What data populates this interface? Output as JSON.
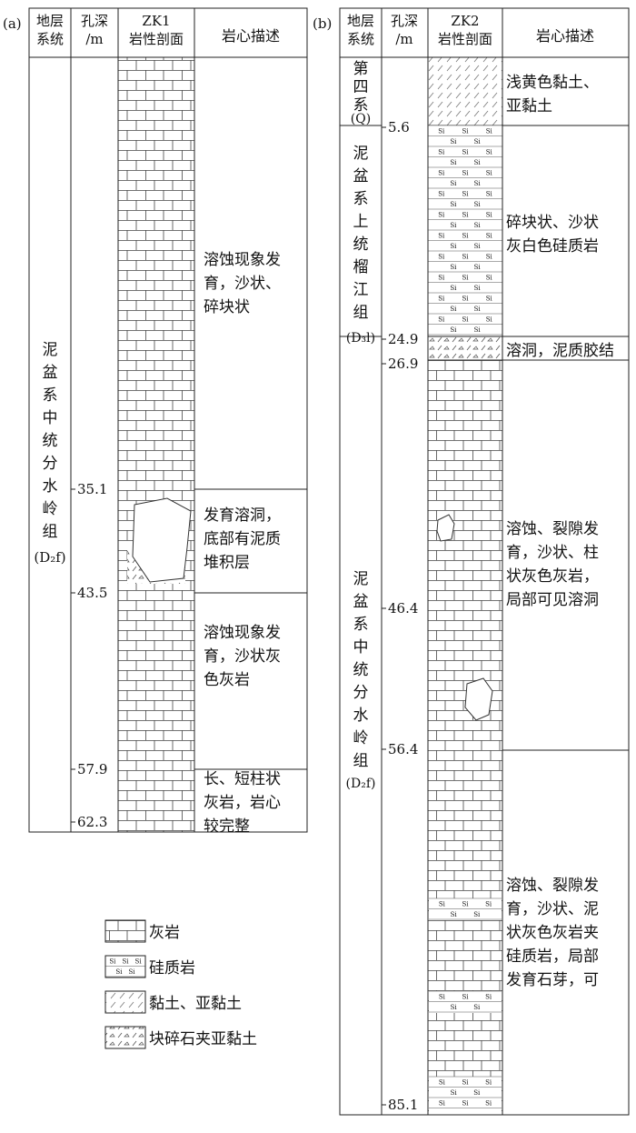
{
  "panel_a": {
    "label": "(a)",
    "headers": {
      "strata": [
        "地层",
        "系统"
      ],
      "depth": [
        "孔深",
        "/m"
      ],
      "profile": [
        "ZK1",
        "岩性剖面"
      ],
      "desc": "岩心描述"
    },
    "formation": {
      "chars": [
        "泥",
        "盆",
        "系",
        "中",
        "统",
        "分",
        "水",
        "岭",
        "组"
      ],
      "code": "(D₂f)"
    },
    "depth_ticks": [
      "35.1",
      "43.5",
      "57.9",
      "62.3"
    ],
    "descriptions": [
      [
        "溶蚀现象发",
        "育，沙状、",
        "碎块状"
      ],
      [
        "发育溶洞，",
        "底部有泥质",
        "堆积层"
      ],
      [
        "溶蚀现象发",
        "育，沙状灰",
        "色灰岩"
      ],
      [
        "长、短柱状",
        "灰岩，岩心",
        "较完整"
      ]
    ]
  },
  "panel_b": {
    "label": "(b)",
    "headers": {
      "strata": [
        "地层",
        "系统"
      ],
      "depth": [
        "孔深",
        "/m"
      ],
      "profile": [
        "ZK2",
        "岩性剖面"
      ],
      "desc": "岩心描述"
    },
    "formations": [
      {
        "chars": [
          "第",
          "四",
          "系"
        ],
        "code": "(Q)"
      },
      {
        "chars": [
          "泥",
          "盆",
          "系",
          "上",
          "统",
          "榴",
          "江",
          "组"
        ],
        "code": "(D₃l)"
      },
      {
        "chars": [
          "泥",
          "盆",
          "系",
          "中",
          "统",
          "分",
          "水",
          "岭",
          "组"
        ],
        "code": "(D₂f)"
      }
    ],
    "depth_ticks": [
      "5.6",
      "24.9",
      "26.9",
      "46.4",
      "56.4",
      "85.1"
    ],
    "descriptions": [
      [
        "浅黄色黏土、",
        "亚黏土"
      ],
      [
        "碎块状、沙状",
        "灰白色硅质岩"
      ],
      [
        "溶洞，泥质胶结"
      ],
      [
        "溶蚀、裂隙发",
        "育，沙状、柱",
        "状灰色灰岩，",
        "局部可见溶洞"
      ],
      [
        "溶蚀、裂隙发",
        "育，沙状、泥",
        "状灰色灰岩夹",
        "硅质岩，局部",
        "发育石芽，可"
      ]
    ]
  },
  "legend": [
    {
      "label": "灰岩",
      "pattern": "limestone"
    },
    {
      "label": "硅质岩",
      "pattern": "siliceous"
    },
    {
      "label": "黏土、亚黏土",
      "pattern": "clay"
    },
    {
      "label": "块碎石夹亚黏土",
      "pattern": "rubble"
    }
  ],
  "pattern_text": {
    "si": "Si"
  }
}
